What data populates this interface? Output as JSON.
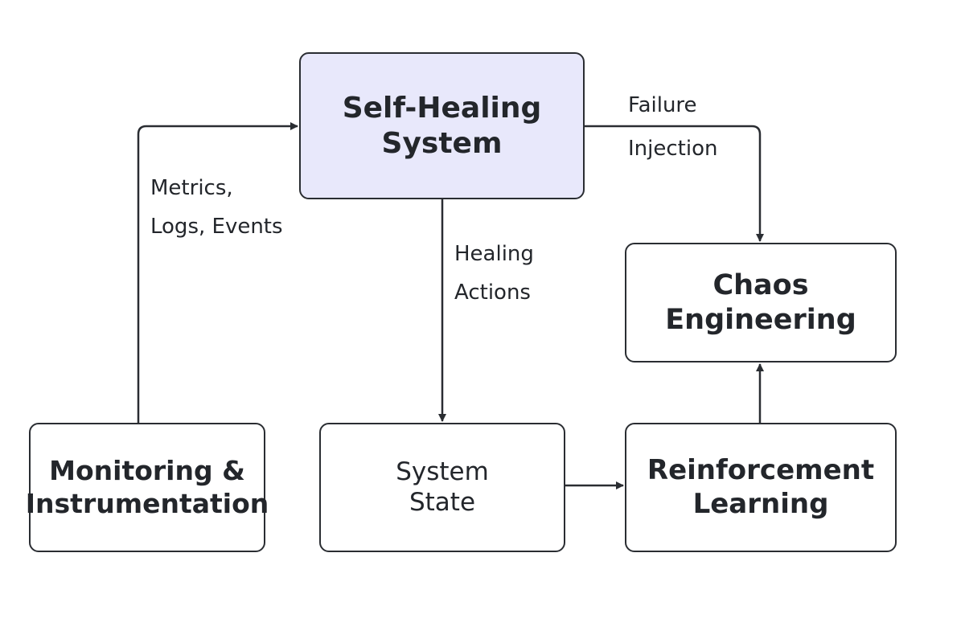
{
  "nodes": {
    "self_healing": {
      "line1": "Self-Healing",
      "line2": "System"
    },
    "chaos": {
      "line1": "Chaos",
      "line2": "Engineering"
    },
    "monitoring": {
      "line1": "Monitoring &",
      "line2": "Instrumentation"
    },
    "system_state": {
      "line1": "System",
      "line2": "State"
    },
    "reinforcement": {
      "line1": "Reinforcement",
      "line2": "Learning"
    }
  },
  "edges": {
    "metrics": {
      "line1": "Metrics,",
      "line2": "Logs, Events"
    },
    "healing": {
      "line1": "Healing",
      "line2": "Actions"
    },
    "failure": {
      "line1": "Failure",
      "line2": "Injection"
    }
  },
  "colors": {
    "main_node_fill": "#e8e8fb",
    "stroke": "#2a2d32",
    "text": "#23262b"
  }
}
